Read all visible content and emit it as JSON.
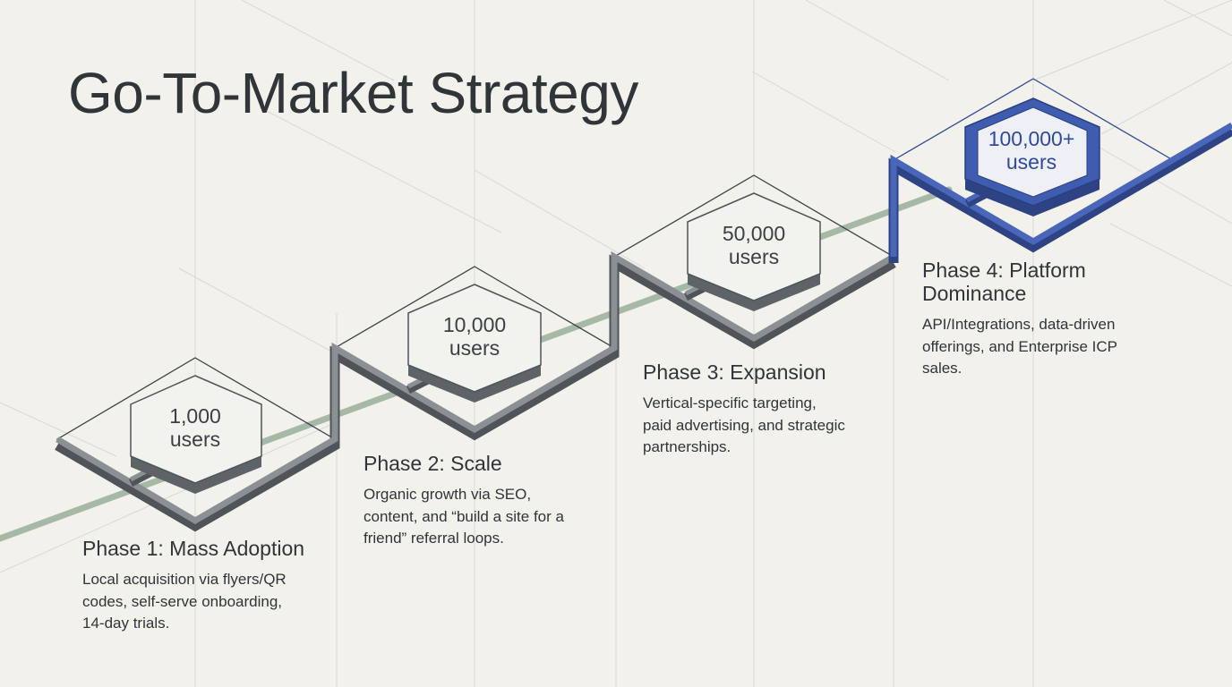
{
  "title": "Go-To-Market Strategy",
  "colors": {
    "background": "#f2f1ec",
    "step_path": "#6c7276",
    "accent_path": "#3a56a8",
    "trend_line": "#a6b8a6",
    "badge_fill": "#f2f2ee",
    "badge_side": "#5d6367",
    "accent_badge_fill": "#3f5db0",
    "accent_badge_side": "#2d4384"
  },
  "phases": [
    {
      "milestone_number": "1,000",
      "milestone_unit": "users",
      "title": "Phase 1: Mass Adoption",
      "description": [
        "Local acquisition via flyers/QR",
        "codes, self-serve onboarding,",
        "14-day trials."
      ]
    },
    {
      "milestone_number": "10,000",
      "milestone_unit": "users",
      "title": "Phase 2: Scale",
      "description": [
        "Organic growth via SEO,",
        "content, and “build a site for a",
        "friend” referral loops."
      ]
    },
    {
      "milestone_number": "50,000",
      "milestone_unit": "users",
      "title": "Phase 3: Expansion",
      "description": [
        "Vertical-specific targeting,",
        "paid advertising, and strategic",
        "partnerships."
      ]
    },
    {
      "milestone_number": "100,000+",
      "milestone_unit": "users",
      "title_lines": [
        "Phase 4: Platform",
        "Dominance"
      ],
      "description": [
        "API/Integrations, data-driven",
        "offerings, and Enterprise ICP",
        "sales."
      ]
    }
  ]
}
